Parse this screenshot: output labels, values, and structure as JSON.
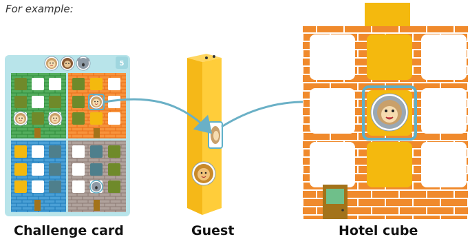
{
  "caption": "For example:",
  "labels": {
    "challenge_card": "Challenge card",
    "guest": "Guest",
    "hotel_cube": "Hotel cube"
  },
  "card": {
    "number": "5"
  },
  "colors": {
    "card_bg": "#b8e4ea",
    "green_brick": "#3f9a4a",
    "orange_brick": "#ee7a22",
    "blue_brick": "#2a86c6",
    "gray_brick": "#9a8a85",
    "guest_yellow": "#f5b818",
    "arrow": "#6ab0c6",
    "olive_window": "#6f8a2a",
    "yellow_window": "#f4b90e",
    "teal_window": "#4e7f8c",
    "door": "#a3731a"
  },
  "icons": [
    "hedgehog-guest-icon",
    "monkey-guest-icon",
    "koala-guest-icon",
    "lion-guest-icon"
  ]
}
